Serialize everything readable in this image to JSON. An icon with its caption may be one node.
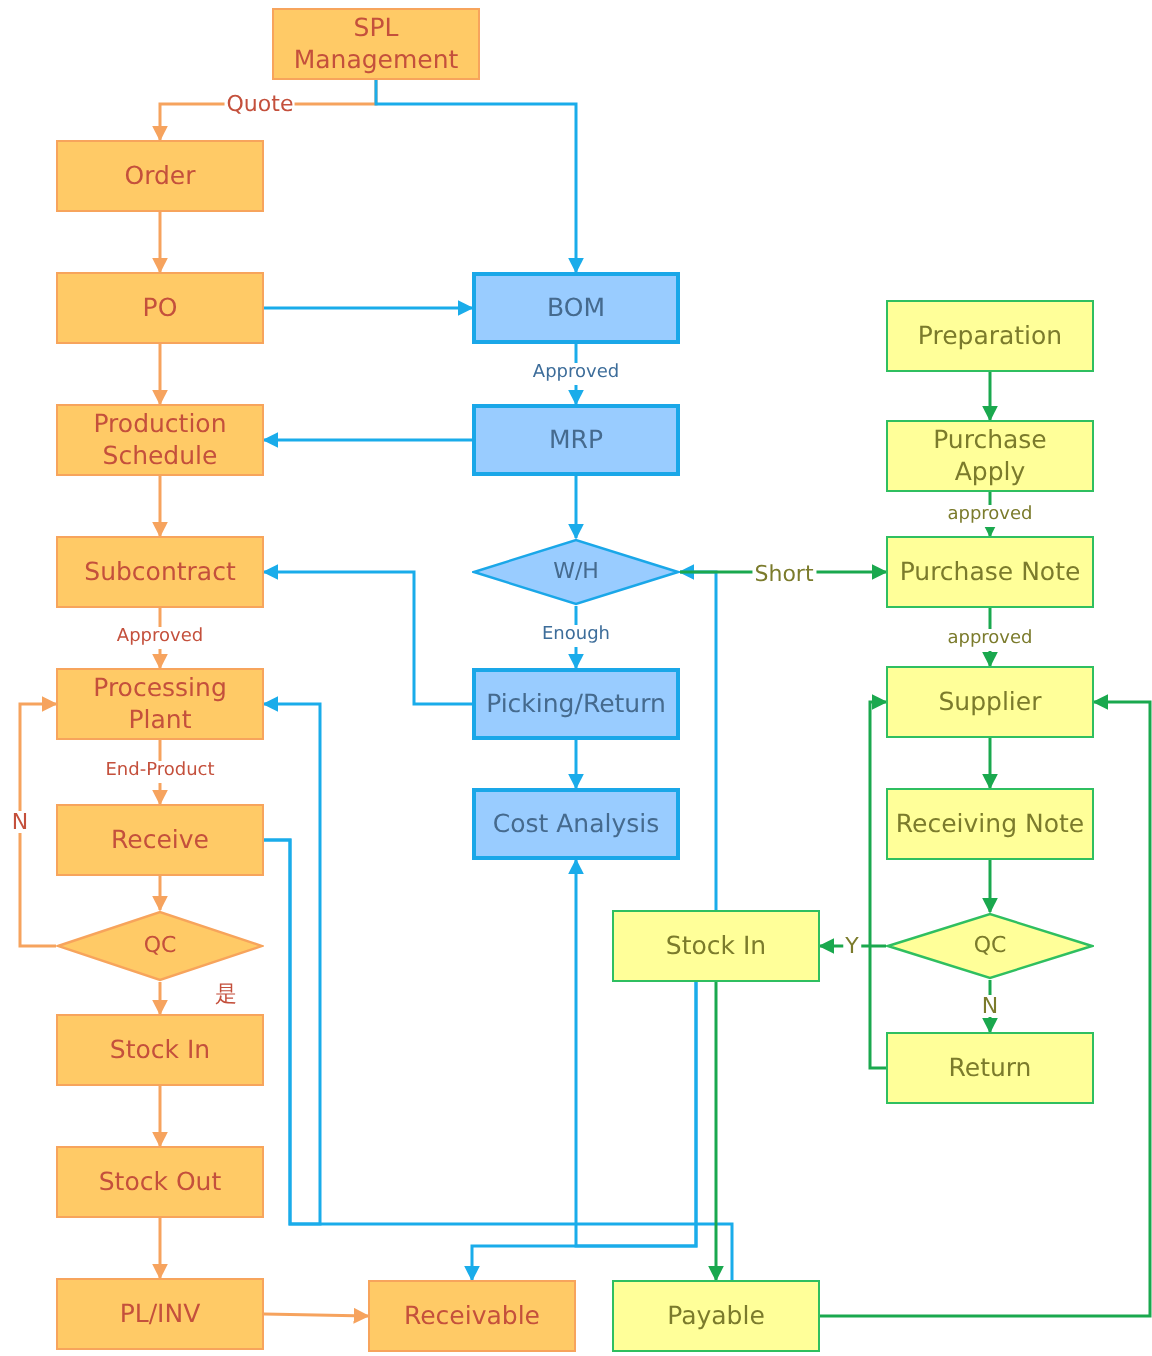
{
  "diagram": {
    "nodes": [
      {
        "text": [
          "SPL Management"
        ]
      },
      {
        "text": [
          "Order"
        ]
      },
      {
        "text": [
          "PO"
        ]
      },
      {
        "text": [
          "Production Schedule"
        ]
      },
      {
        "text": [
          "Subcontract"
        ]
      },
      {
        "text": [
          "Processing Plant"
        ]
      },
      {
        "text": [
          "Receive"
        ]
      },
      {
        "text": [
          "QC"
        ]
      },
      {
        "text": [
          "Stock In"
        ]
      },
      {
        "text": [
          "Stock Out"
        ]
      },
      {
        "text": [
          "PL/INV"
        ]
      },
      {
        "text": [
          "Receivable"
        ]
      },
      {
        "text": [
          "BOM"
        ]
      },
      {
        "text": [
          "MRP"
        ]
      },
      {
        "text": [
          "W/H"
        ]
      },
      {
        "text": [
          "Picking/Return"
        ]
      },
      {
        "text": [
          "Cost Analysis"
        ]
      },
      {
        "text": [
          "Preparation"
        ]
      },
      {
        "text": [
          "Purchase Apply"
        ]
      },
      {
        "text": [
          "Purchase Note"
        ]
      },
      {
        "text": [
          "Supplier"
        ]
      },
      {
        "text": [
          "Receiving Note"
        ]
      },
      {
        "text": [
          "QC"
        ]
      },
      {
        "text": [
          "Stock In"
        ]
      },
      {
        "text": [
          "Return"
        ]
      },
      {
        "text": [
          "Payable"
        ]
      }
    ],
    "edges": [
      {
        "from": 0,
        "to": 1,
        "arrow": "to",
        "label": "Quote",
        "color": "#f6a35e"
      },
      {
        "from": 0,
        "to": 12,
        "arrow": "to"
      },
      {
        "from": 1,
        "to": 2,
        "arrow": "to",
        "color": "#f6a35e"
      },
      {
        "from": 2,
        "to": 12,
        "arrow": "to"
      },
      {
        "from": 2,
        "to": 3,
        "arrow": "to",
        "color": "#f6a35e"
      },
      {
        "from": 12,
        "to": 13,
        "arrow": "to",
        "label": "Approved"
      },
      {
        "from": 13,
        "to": 3,
        "arrow": "to"
      },
      {
        "from": 3,
        "to": 4,
        "arrow": "to",
        "color": "#f6a35e"
      },
      {
        "from": 13,
        "to": 14,
        "arrow": "to"
      },
      {
        "from": 14,
        "to": 15,
        "arrow": "to",
        "label": "Enough"
      },
      {
        "from": 15,
        "to": 4,
        "arrow": "to"
      },
      {
        "from": 4,
        "to": 5,
        "arrow": "to",
        "label": "Approved",
        "color": "#f6a35e"
      },
      {
        "from": 5,
        "to": 6,
        "arrow": "to",
        "label": "End-Product",
        "color": "#f6a35e"
      },
      {
        "from": 6,
        "to": 7,
        "arrow": "to",
        "color": "#f6a35e"
      },
      {
        "from": 7,
        "to": 5,
        "arrow": "to",
        "label": "N",
        "color": "#f6a35e"
      },
      {
        "from": 7,
        "to": 8,
        "arrow": "to",
        "label": "是",
        "color": "#f6a35e"
      },
      {
        "from": 8,
        "to": 9,
        "arrow": "to",
        "color": "#f6a35e"
      },
      {
        "from": 9,
        "to": 10,
        "arrow": "to",
        "color": "#f6a35e"
      },
      {
        "from": 10,
        "to": 11,
        "arrow": "to",
        "color": "#f6a35e"
      },
      {
        "from": 15,
        "to": 16,
        "arrow": "to"
      },
      {
        "from": 6,
        "to": 5,
        "arrow": "to"
      },
      {
        "from": 6,
        "to": 25,
        "arrow": "none"
      },
      {
        "from": 23,
        "to": 14,
        "arrow": "to"
      },
      {
        "from": 14,
        "to": 19,
        "arrow": "to",
        "label": "Short",
        "color": "#1aa84e"
      },
      {
        "from": 23,
        "to": 25,
        "arrow": "to",
        "color": "#1aa84e"
      },
      {
        "from": 23,
        "to": 16,
        "arrow": "to"
      },
      {
        "from": 23,
        "to": 11,
        "arrow": "to"
      },
      {
        "from": 17,
        "to": 18,
        "arrow": "to",
        "color": "#1aa84e"
      },
      {
        "from": 18,
        "to": 19,
        "arrow": "to",
        "label": "approved",
        "color": "#1aa84e"
      },
      {
        "from": 19,
        "to": 20,
        "arrow": "to",
        "label": "approved",
        "color": "#1aa84e"
      },
      {
        "from": 20,
        "to": 21,
        "arrow": "to",
        "color": "#1aa84e"
      },
      {
        "from": 21,
        "to": 22,
        "arrow": "to",
        "color": "#1aa84e"
      },
      {
        "from": 22,
        "to": 23,
        "arrow": "to",
        "label": "Y",
        "color": "#1aa84e"
      },
      {
        "from": 22,
        "to": 24,
        "arrow": "to",
        "label": "N",
        "color": "#1aa84e"
      },
      {
        "from": 24,
        "to": 20,
        "arrow": "to",
        "color": "#1aa84e"
      },
      {
        "from": 25,
        "to": 20,
        "arrow": "to",
        "color": "#1aa84e"
      }
    ]
  }
}
